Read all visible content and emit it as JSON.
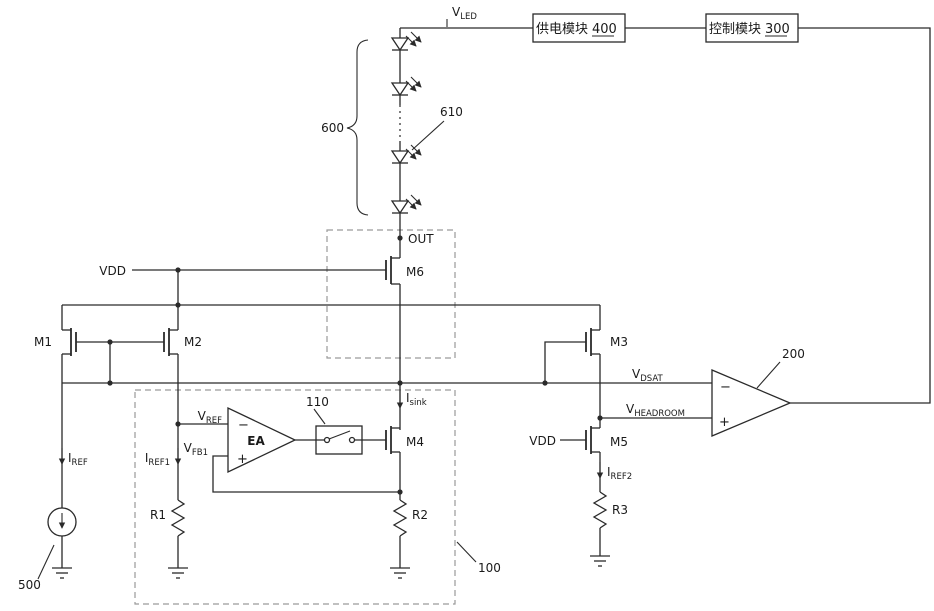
{
  "figure": {
    "modules": {
      "power": {
        "name": "供电模块",
        "num": "400"
      },
      "control": {
        "name": "控制模块",
        "num": "300"
      }
    },
    "nets": {
      "vled": {
        "base": "V",
        "sub": "LED"
      },
      "vdd": "VDD",
      "out": "OUT",
      "vref": {
        "base": "V",
        "sub": "REF"
      },
      "vfb1": {
        "base": "V",
        "sub": "FB1"
      },
      "vdsat": {
        "base": "V",
        "sub": "DSAT"
      },
      "vheadroom": {
        "base": "V",
        "sub": "HEADROOM"
      }
    },
    "currents": {
      "iref": {
        "base": "I",
        "sub": "REF"
      },
      "iref1": {
        "base": "I",
        "sub": "REF1"
      },
      "iref2": {
        "base": "I",
        "sub": "REF2"
      },
      "isink": {
        "base": "I",
        "sub": "sink"
      }
    },
    "devices": {
      "m1": "M1",
      "m2": "M2",
      "m3": "M3",
      "m4": "M4",
      "m5": "M5",
      "m6": "M6",
      "r1": "R1",
      "r2": "R2",
      "r3": "R3",
      "ea": "EA"
    },
    "refs": {
      "n100": "100",
      "n110": "110",
      "n200": "200",
      "n500": "500",
      "n600": "600",
      "n610": "610"
    },
    "signs": {
      "minus": "−",
      "plus": "+"
    }
  }
}
